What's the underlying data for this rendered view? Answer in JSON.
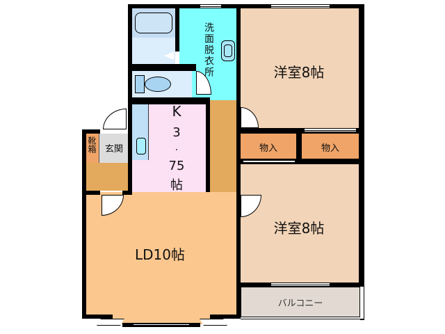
{
  "floor_plan": {
    "rooms": {
      "western_room_1": {
        "label": "洋室8帖",
        "color": "#f2d4b8"
      },
      "western_room_2": {
        "label": "洋室8帖",
        "color": "#f2d4b8"
      },
      "washroom": {
        "label": "洗面脱衣所",
        "color": "#80ffff"
      },
      "kitchen": {
        "label_k": "K",
        "label_3": "3",
        "label_dot": ".",
        "label_75": "75",
        "label_jo": "帖",
        "color": "#fce0f4"
      },
      "ld": {
        "label": "LD10帖",
        "color": "#fbc78f"
      },
      "entrance": {
        "label": "玄関",
        "color": "#dcdcdc"
      },
      "shoe_box": {
        "label": "靴箱",
        "color": "#f0a468"
      },
      "closet_1": {
        "label": "物入",
        "color": "#f0a468"
      },
      "closet_2": {
        "label": "物入",
        "color": "#f0a468"
      },
      "balcony": {
        "label": "バルコニー",
        "color": "#e2dad2"
      },
      "hallway": {
        "color": "#e3aa5d"
      },
      "bath": {
        "color": "#cde4f7"
      },
      "toilet": {
        "color": "#dcedfb"
      }
    },
    "colors": {
      "wall": "#000000",
      "fixture": "#a8d4f2"
    }
  }
}
